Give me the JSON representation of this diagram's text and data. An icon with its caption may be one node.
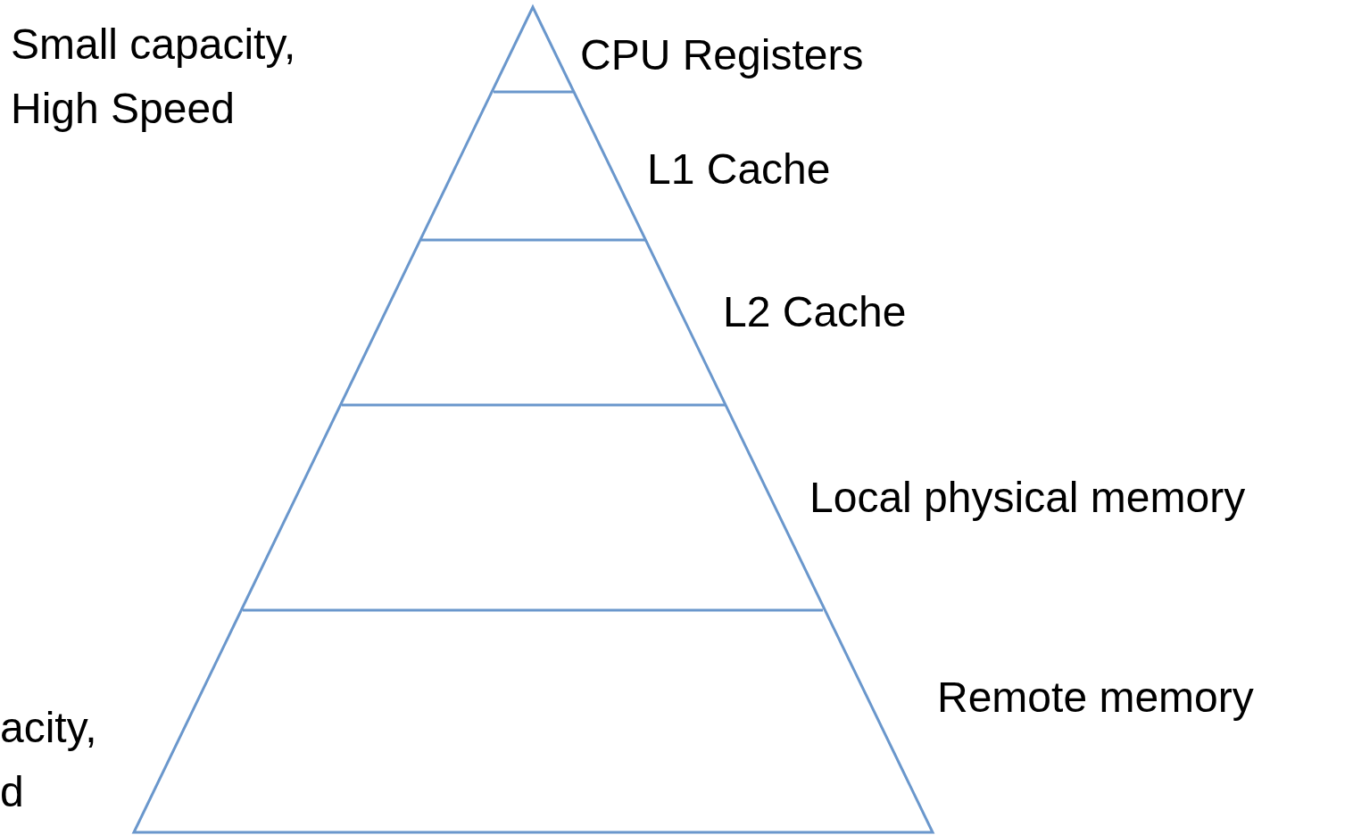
{
  "diagram": {
    "labels": [
      "Small capacity, High Speed",
      "CPU Registers",
      "L1 Cache",
      "L2 Cache",
      "Local physical memory",
      "Remote memory",
      "acity, d"
    ]
  }
}
